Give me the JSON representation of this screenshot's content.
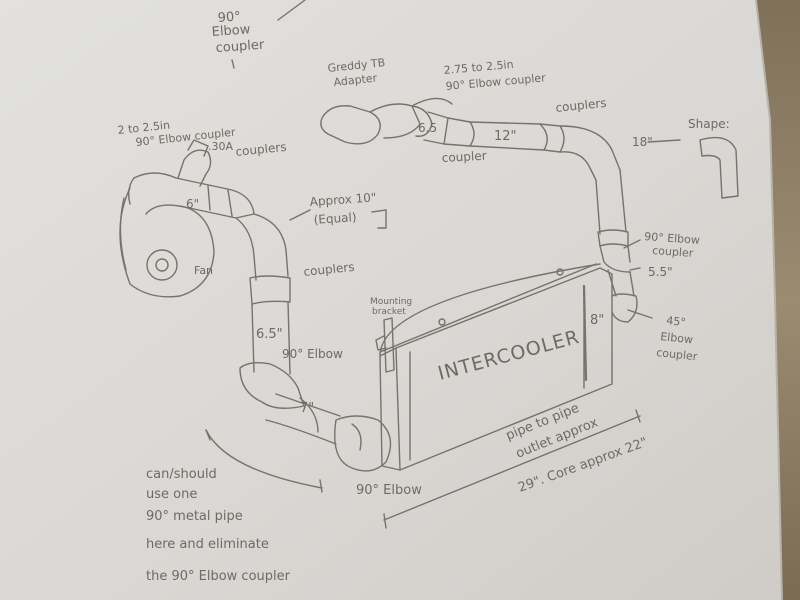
{
  "labels": {
    "elbow_top_a": "90°",
    "elbow_top_b": "Elbow",
    "elbow_top_c": "coupler",
    "greddy_a": "Greddy TB",
    "greddy_b": "Adapter",
    "reducer_a": "2.75 to 2.5in",
    "reducer_b": "90° Elbow coupler",
    "coupler_top_right": "couplers",
    "shape": "Shape:",
    "len_6_5_top": "6.5",
    "len_12": "12\"",
    "coupler_mid": "coupler",
    "len_18": "18\"",
    "reducer_left_a": "2 to 2.5in",
    "reducer_left_b": "90° Elbow coupler",
    "bov": ".30A",
    "coupler_left": "couplers",
    "len_6": "6\"",
    "approx_10": "Approx 10\"",
    "equal": "(Equal)",
    "elbow_right_a": "90° Elbow",
    "elbow_right_b": "coupler",
    "len_5_5": "5.5\"",
    "fan": "Fan",
    "couplers_left2": "couplers",
    "mounting_a": "Mounting",
    "mounting_b": "bracket",
    "len_8": "8\"",
    "intercooler": "INTERCOOLER",
    "angle_45_a": "45°",
    "angle_45_b": "Elbow",
    "angle_45_c": "coupler",
    "len_6_5_left": "6.5\"",
    "elbow_90_mid": "90° Elbow",
    "len_7": "7\"",
    "pipe_a": "pipe to pipe",
    "pipe_b": "outlet approx",
    "pipe_c": "29\". Core approx 22\"",
    "note_1": "can/should",
    "note_2": "use one",
    "note_3": "90° metal pipe",
    "note_4": "here and eliminate",
    "note_5": "the 90° Elbow coupler",
    "elbow_bottom": "90° Elbow"
  },
  "colors": {
    "paper": "#dcdad6",
    "pencil": "#6e6a63",
    "carpet": "#8a7a63"
  }
}
